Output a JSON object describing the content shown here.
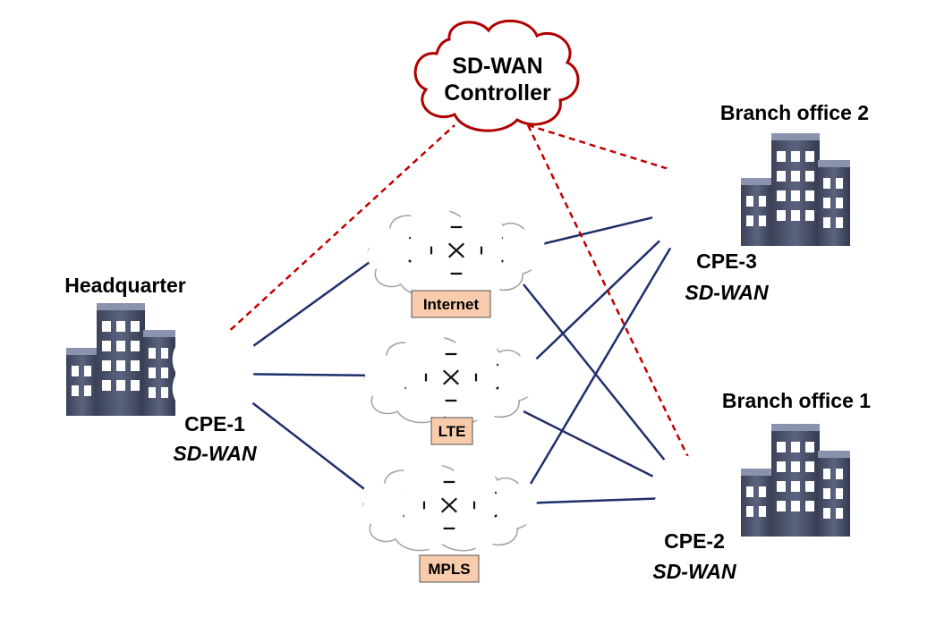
{
  "controller": {
    "line1": "SD-WAN",
    "line2": "Controller"
  },
  "sites": {
    "headquarter": "Headquarter",
    "branch1": "Branch office 1",
    "branch2": "Branch office 2"
  },
  "cpes": {
    "cpe1": {
      "name": "CPE-1",
      "role": "SD-WAN"
    },
    "cpe2": {
      "name": "CPE-2",
      "role": "SD-WAN"
    },
    "cpe3": {
      "name": "CPE-3",
      "role": "SD-WAN"
    }
  },
  "networks": {
    "internet": "Internet",
    "lte": "LTE",
    "mpls": "MPLS"
  },
  "colors": {
    "link": "#1f2f6b",
    "control": "#c00000",
    "cpe": "#3fd13f",
    "core_router": "#3a8fd0",
    "edge_router": "#e03030",
    "tag_fill": "#f8cbad",
    "building": "#4a5268"
  }
}
